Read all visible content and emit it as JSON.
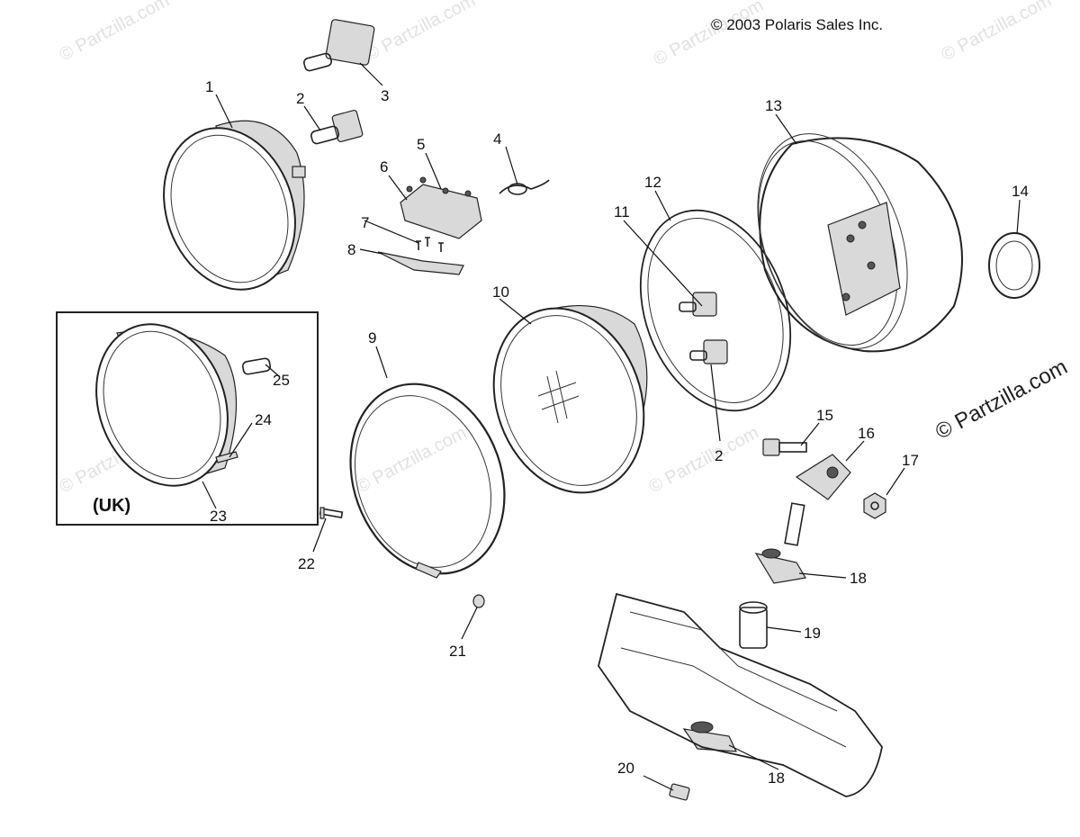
{
  "copyright": "© 2003 Polaris Sales Inc.",
  "watermark": "© Partzilla.com",
  "watermark_side": "© Partzilla.com",
  "inset_label": "(UK)",
  "callouts": [
    "1",
    "2",
    "3",
    "4",
    "5",
    "6",
    "7",
    "8",
    "9",
    "10",
    "11",
    "12",
    "13",
    "14",
    "15",
    "16",
    "17",
    "18",
    "19",
    "20",
    "21",
    "22",
    "23",
    "24",
    "25",
    "2",
    "18"
  ]
}
